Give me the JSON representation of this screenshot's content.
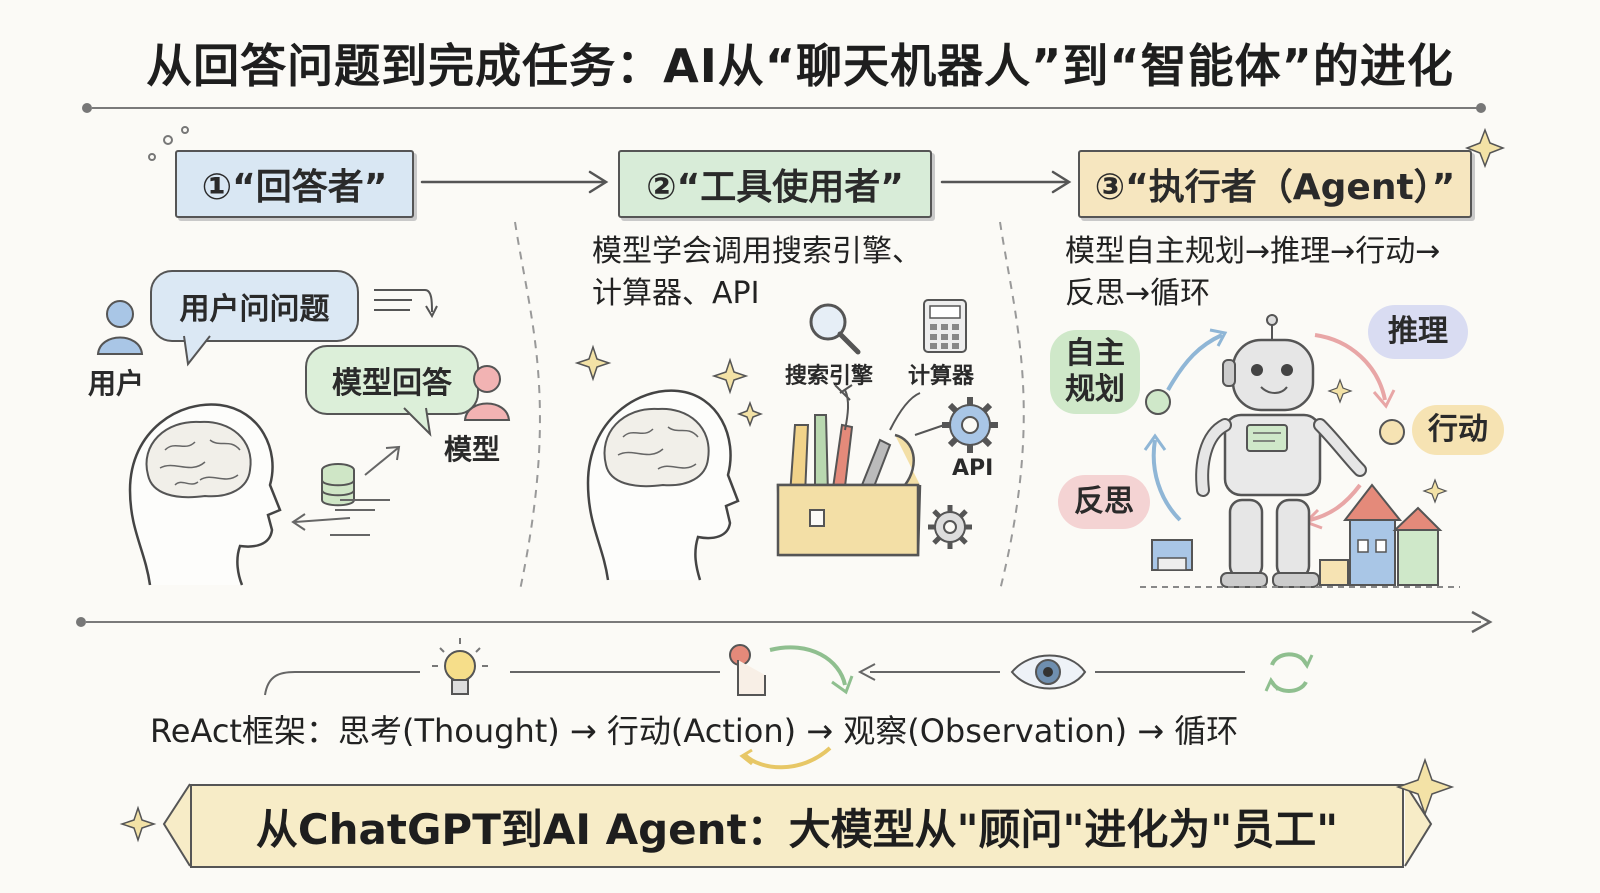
{
  "title": "从回答问题到完成任务：AI从“聊天机器人”到“智能体”的进化",
  "stages": [
    {
      "label": "①“回答者”",
      "color": "#d9e7f3"
    },
    {
      "label": "②“工具使用者”",
      "color": "#d8ecd8"
    },
    {
      "label": "③“执行者（Agent）”",
      "color": "#f6e6bf"
    }
  ],
  "panel1": {
    "bubble_user": "用户问问题",
    "bubble_model": "模型回答",
    "user_label": "用户",
    "model_label": "模型"
  },
  "panel2": {
    "desc_line1": "模型学会调用搜索引擎、",
    "desc_line2": "计算器、API",
    "search_label": "搜索引擎",
    "calc_label": "计算器",
    "api_label": "API"
  },
  "panel3": {
    "desc_line1": "模型自主规划→推理→行动→",
    "desc_line2": "反思→循环",
    "plan": "自主\n规划",
    "reason": "推理",
    "act": "行动",
    "reflect": "反思"
  },
  "react_text": "ReAct框架：思考(Thought) → 行动(Action) → 观察(Observation) → 循环",
  "banner": "从ChatGPT到AI Agent：大模型从\"顾问\"进化为\"员工\"",
  "colors": {
    "blue": "#d9e7f3",
    "green": "#d8ecd8",
    "yellow": "#f6e6bf",
    "red": "#f3d6d6",
    "purple": "#dcdcf3"
  }
}
